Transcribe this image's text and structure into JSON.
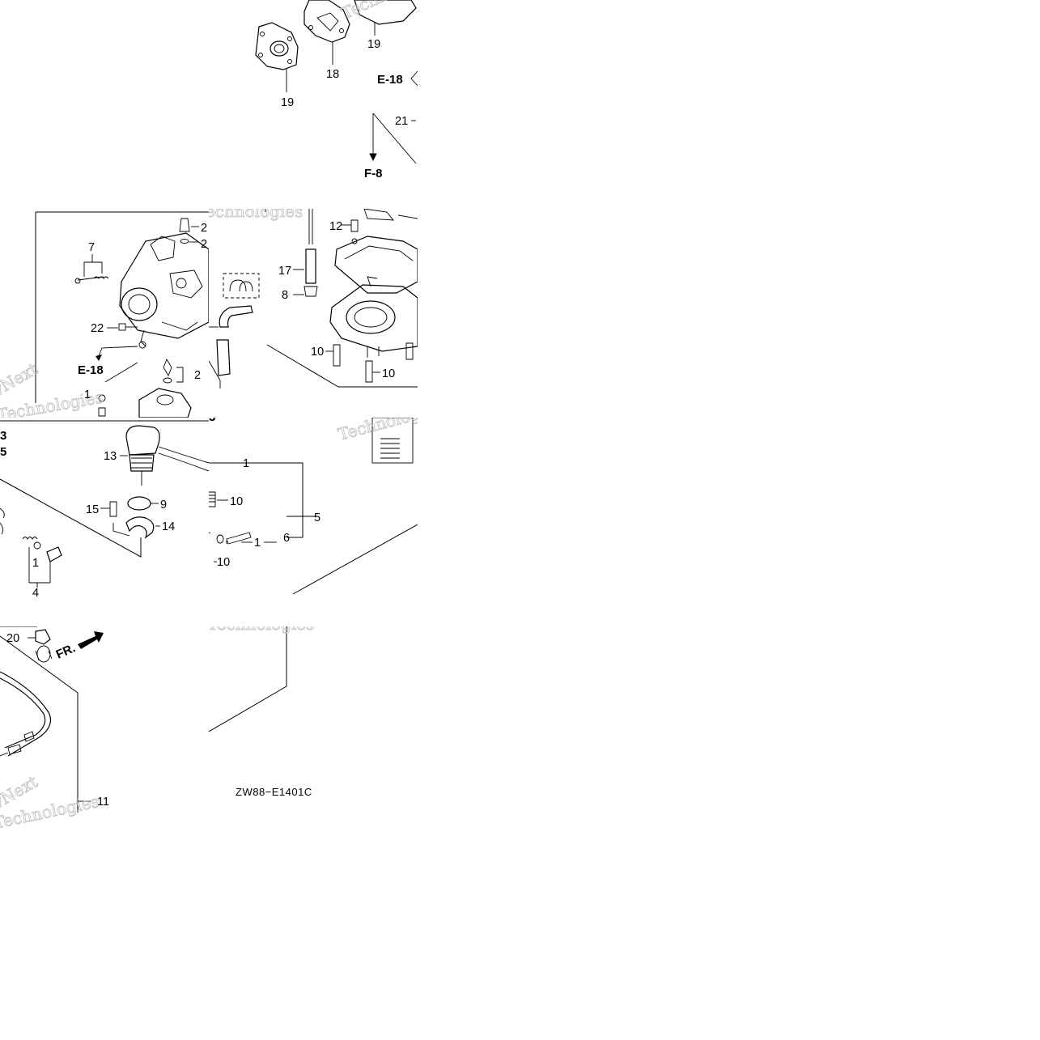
{
  "labels": {
    "n1": "1",
    "n2": "2",
    "n3": "3",
    "n4": "4",
    "n5": "5",
    "n6": "6",
    "n7": "7",
    "n8": "8",
    "n9": "9",
    "n10": "10",
    "n11": "11",
    "n12": "12",
    "n13": "13",
    "n14": "14",
    "n15": "15",
    "n17": "17",
    "n18": "18",
    "n19": "19",
    "n20": "20",
    "n21": "21",
    "n22": "22"
  },
  "references": {
    "e18": "E-18",
    "f8": "F-8",
    "front": "FR."
  },
  "diagram_code": "ZW88−E1401C",
  "watermark": {
    "line1": "vNext",
    "line2": "Technologies"
  },
  "colors": {
    "background": "#ffffff",
    "ink": "#000000",
    "watermark": "#bfbfbf"
  }
}
